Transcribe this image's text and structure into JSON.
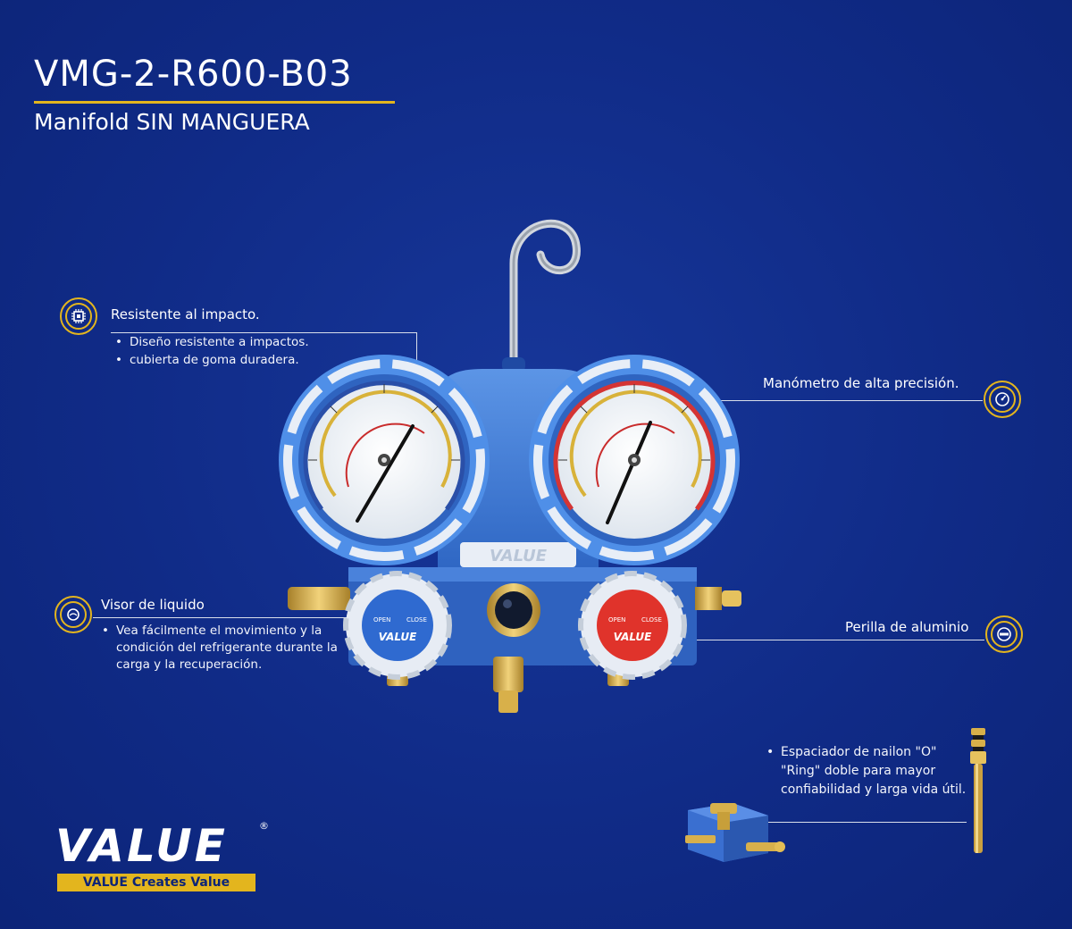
{
  "header": {
    "title": "VMG-2-R600-B03",
    "subtitle": "Manifold SIN MANGUERA"
  },
  "features": {
    "impact": {
      "title": "Resistente al impacto.",
      "bullets": [
        "Diseño resistente a impactos.",
        "cubierta de goma duradera."
      ],
      "icon": "chip-icon"
    },
    "gauge": {
      "title": "Manómetro de alta precisión.",
      "icon": "gauge-icon"
    },
    "sight": {
      "title": "Visor de liquido",
      "text": "Vea fácilmente el movimiento y la condición del refrigerante durante la carga y la recuperación.",
      "icon": "sight-glass-icon"
    },
    "knob": {
      "title": "Perilla de aluminio",
      "icon": "knob-icon"
    },
    "oring": {
      "text": "Espaciador de nailon \"O\" \"Ring\" doble para mayor confiabilidad y larga vida útil."
    }
  },
  "product": {
    "brand_plate": "VALUE",
    "knob_open": "OPEN",
    "knob_close": "CLOSE",
    "knob_brand": "VALUE"
  },
  "logo": {
    "wordmark": "VALUE",
    "registered": "®",
    "tagline": "VALUE Creates Value"
  },
  "colors": {
    "background": "#0f2a85",
    "accent": "#e3b51e",
    "manifold_blue": "#3f7fd6",
    "knob_red": "#e0332b"
  }
}
